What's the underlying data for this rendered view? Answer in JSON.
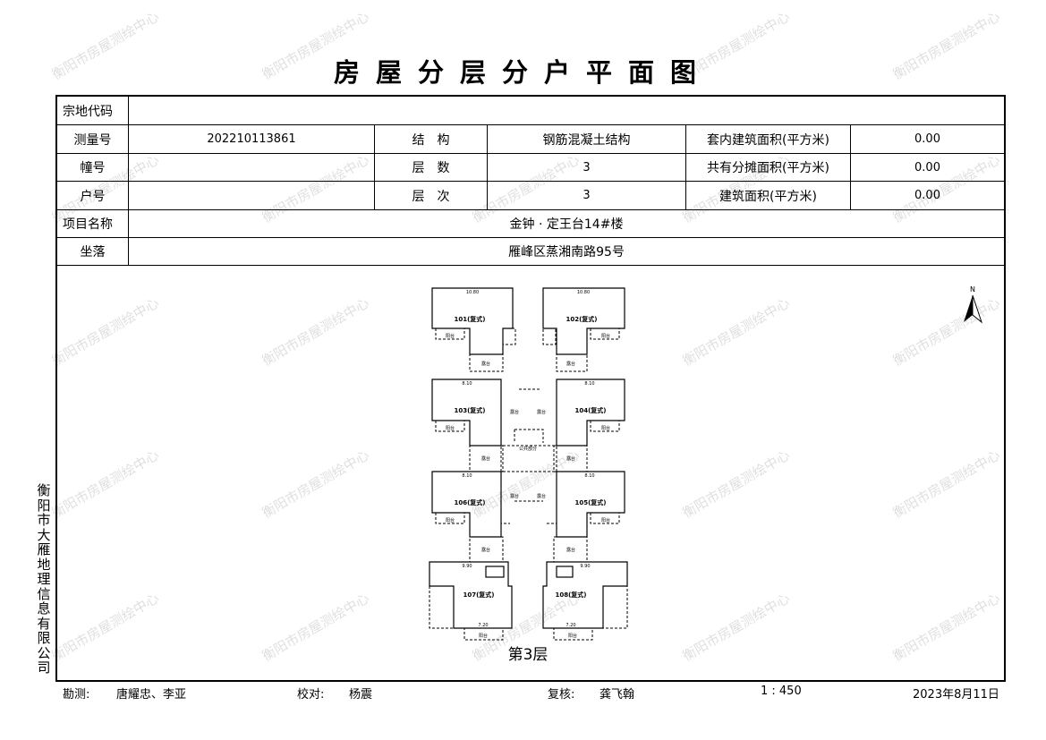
{
  "title": "房屋分层分户平面图",
  "watermark": "衡阳市房屋测绘中心",
  "table": {
    "parcel_code_label": "宗地代码",
    "parcel_code_value": "",
    "survey_no_label": "测量号",
    "survey_no_value": "202210113861",
    "structure_label": "结　构",
    "structure_value": "钢筋混凝土结构",
    "inner_area_label": "套内建筑面积(平方米)",
    "inner_area_value": "0.00",
    "building_no_label": "幢号",
    "building_no_value": "",
    "floors_label": "层　数",
    "floors_value": "3",
    "shared_area_label": "共有分摊面积(平方米)",
    "shared_area_value": "0.00",
    "unit_no_label": "户号",
    "unit_no_value": "",
    "floor_level_label": "层　次",
    "floor_level_value": "3",
    "building_area_label": "建筑面积(平方米)",
    "building_area_value": "0.00",
    "project_label": "项目名称",
    "project_value": "金钟 · 定王台14#楼",
    "location_label": "坐落",
    "location_value": "雁峰区蒸湘南路95号"
  },
  "plan": {
    "units": [
      "101(复式)",
      "102(复式)",
      "103(复式)",
      "104(复式)",
      "106(复式)",
      "105(复式)",
      "107(复式)",
      "108(复式)"
    ],
    "balcony_label": "阳台",
    "terrace_label": "露台",
    "public_label": "公共部分",
    "dims": {
      "top": "10.80",
      "mid": "8.10",
      "low": "9.90",
      "bottom": "7.20"
    },
    "floor_label": "第3层",
    "north": "N"
  },
  "company_vertical": "衡阳市大雁地理信息有限公司",
  "footer": {
    "surveyor_label": "勘测:",
    "surveyor_value": "唐耀忠、李亚",
    "checker_label": "校对:",
    "checker_value": "杨震",
    "reviewer_label": "复核:",
    "reviewer_value": "龚飞翰",
    "scale": "1 : 450",
    "date": "2023年8月11日"
  }
}
